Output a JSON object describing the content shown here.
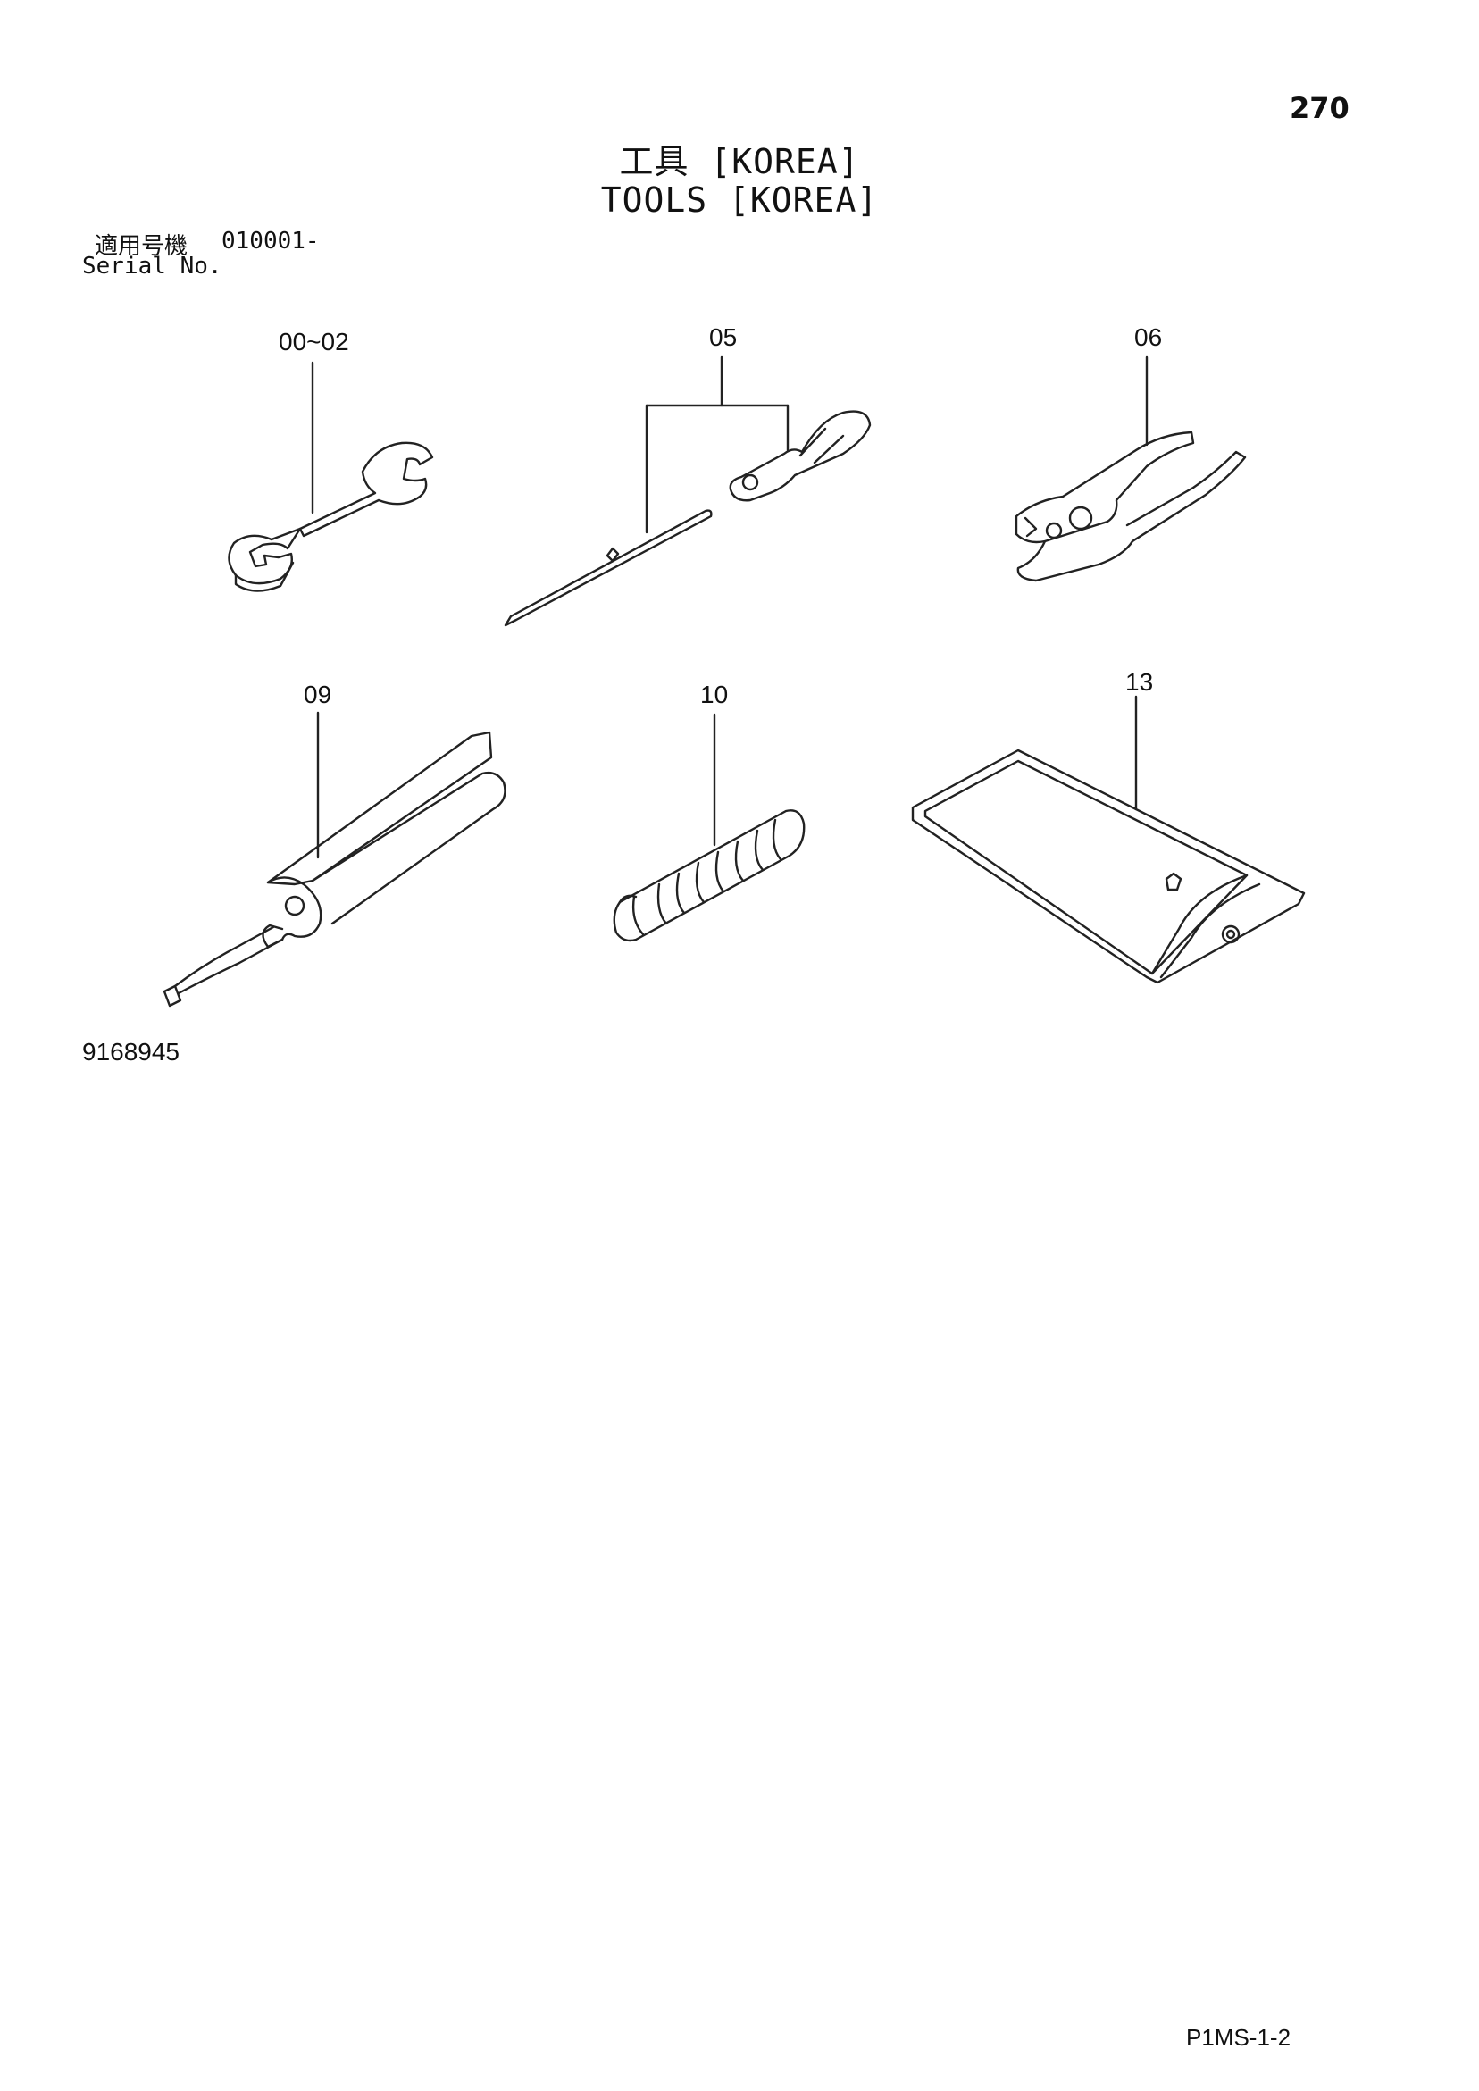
{
  "page_number": "270",
  "title": {
    "japanese": "工具 [KOREA]",
    "english": "TOOLS [KOREA]"
  },
  "serial": {
    "japanese_label": "適用号機",
    "value": "010001-",
    "english_label": "Serial No."
  },
  "callouts": {
    "wrench": "00~02",
    "screwdriver": "05",
    "pliers": "06",
    "grease_gun": "09",
    "spring": "10",
    "tool_bag": "13"
  },
  "diagram_code": "9168945",
  "document_code": "P1MS-1-2"
}
